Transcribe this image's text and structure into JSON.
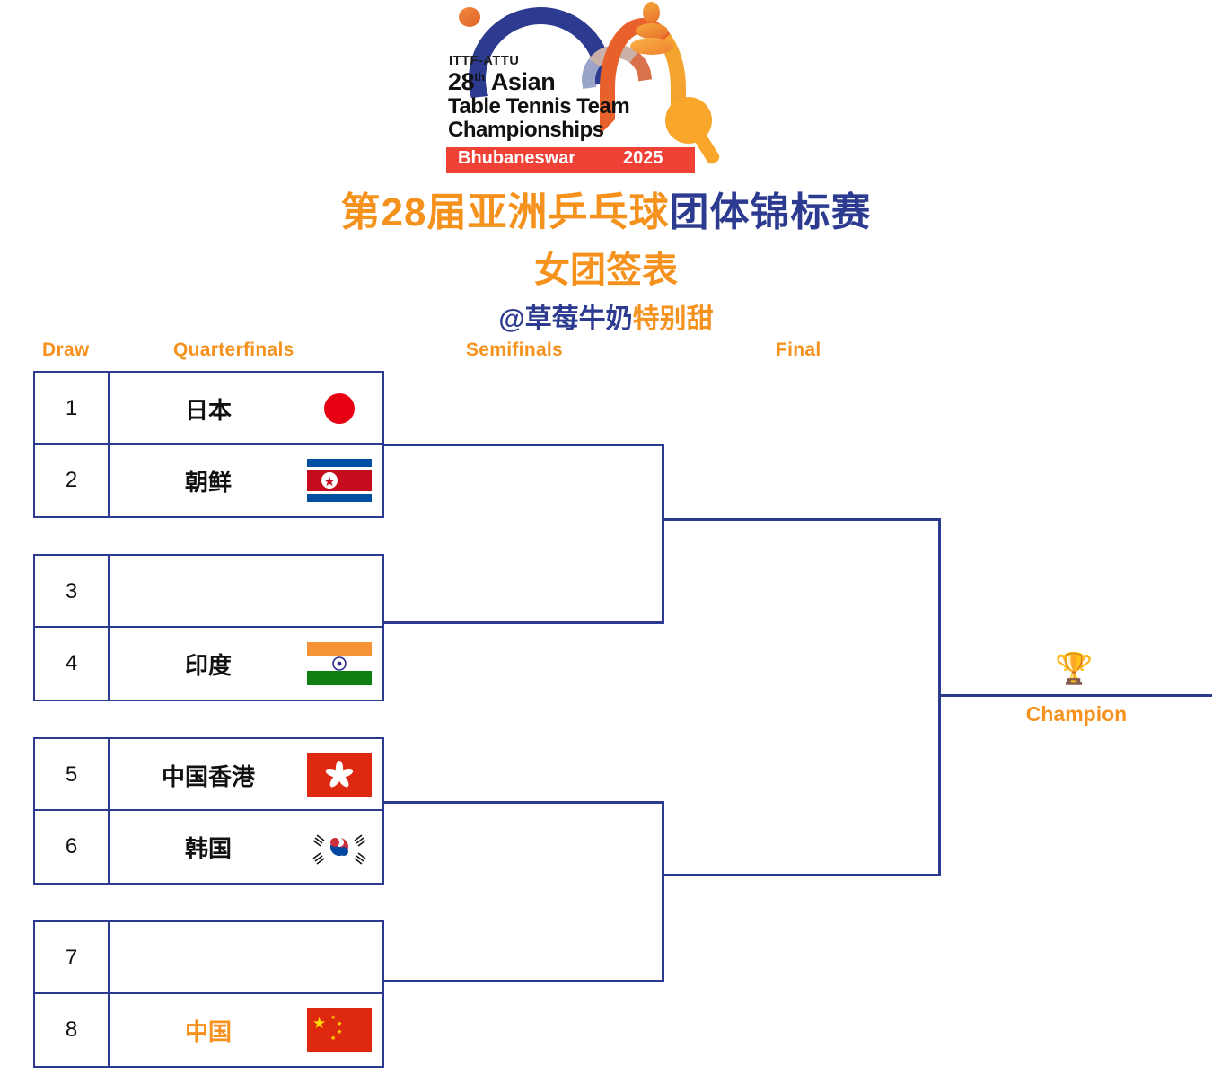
{
  "logo": {
    "org": "ITTF-ATTU",
    "line1_num": "28",
    "line1_sup": "th",
    "line1_rest": "Asian",
    "line2": "Table Tennis Team",
    "line3": "Championships",
    "city": "Bhubaneswar",
    "year": "2025"
  },
  "title": {
    "main_orange": "第28届亚洲乒乓球",
    "main_navy": "团体锦标赛",
    "subtitle": "女团签表",
    "credit_navy": "@草莓牛奶",
    "credit_orange": "特别甜"
  },
  "headers": {
    "draw": "Draw",
    "quarterfinals": "Quarterfinals",
    "semifinals": "Semifinals",
    "final": "Final"
  },
  "champion": {
    "label": "Champion",
    "trophy_icon": "🏆"
  },
  "colors": {
    "orange": "#f5921e",
    "navy": "#2c3b8f",
    "text": "#111111"
  },
  "draw": [
    {
      "seed": "1",
      "team": "日本",
      "flag": "japan-flag",
      "highlight": false
    },
    {
      "seed": "2",
      "team": "朝鲜",
      "flag": "north-korea-flag",
      "highlight": false
    },
    {
      "seed": "3",
      "team": "",
      "flag": "",
      "highlight": false
    },
    {
      "seed": "4",
      "team": "印度",
      "flag": "india-flag",
      "highlight": false
    },
    {
      "seed": "5",
      "team": "中国香港",
      "flag": "hong-kong-flag",
      "highlight": false
    },
    {
      "seed": "6",
      "team": "韩国",
      "flag": "south-korea-flag",
      "highlight": false
    },
    {
      "seed": "7",
      "team": "",
      "flag": "",
      "highlight": false
    },
    {
      "seed": "8",
      "team": "中国",
      "flag": "china-flag",
      "highlight": true
    }
  ]
}
